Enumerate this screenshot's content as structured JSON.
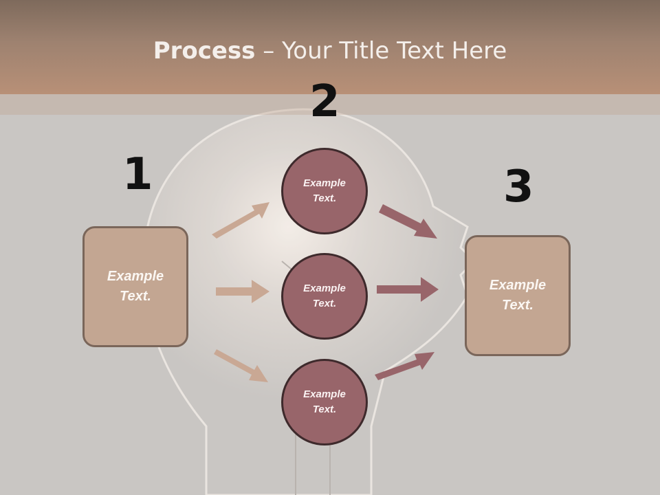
{
  "title": {
    "bold": "Process",
    "rest": " – Your Title Text Here"
  },
  "steps": {
    "one": "1",
    "two": "2",
    "three": "3"
  },
  "boxes": {
    "left": "Example\nText.",
    "right": "Example\nText."
  },
  "circles": {
    "top": "Example\nText.",
    "middle": "Example\nText.",
    "bottom": "Example\nText."
  },
  "colors": {
    "input_arrow": "#c9a894",
    "output_arrow": "#98656a",
    "title_bar": "#b89077"
  }
}
